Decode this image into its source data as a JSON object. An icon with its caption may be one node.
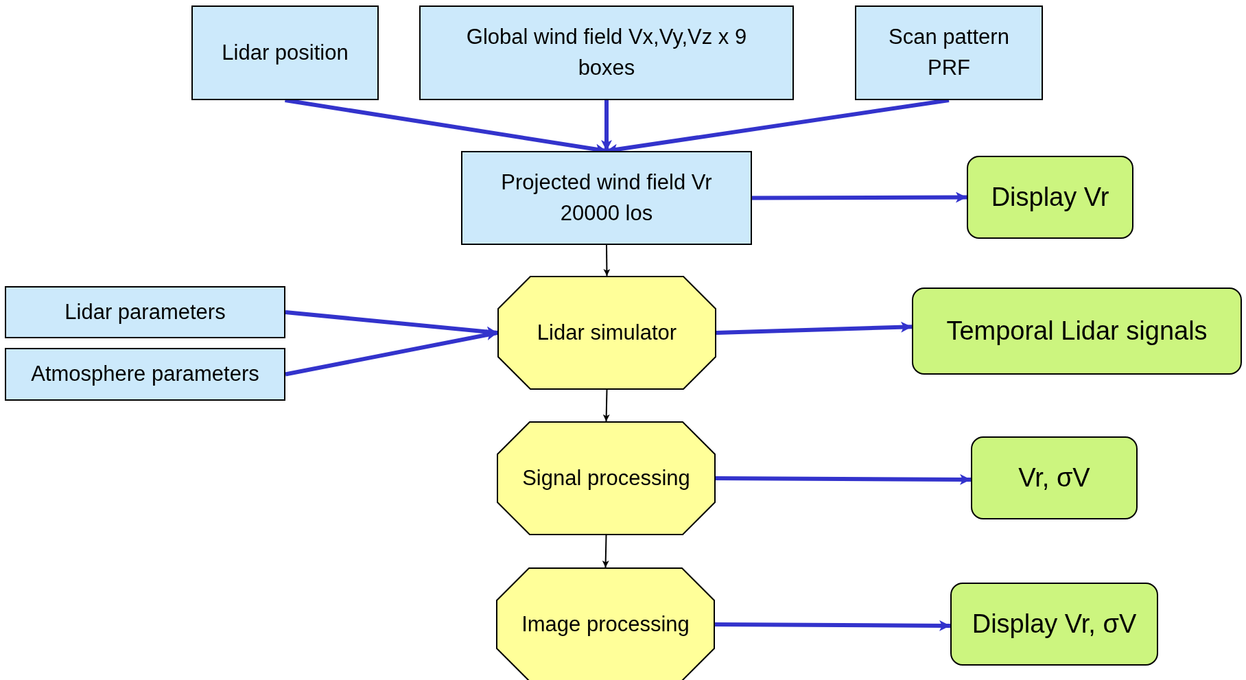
{
  "diagram": {
    "nodes": [
      {
        "text": [
          "Lidar position"
        ]
      },
      {
        "text": [
          "Global wind field Vx,Vy,Vz x 9 boxes"
        ]
      },
      {
        "text": [
          "Scan pattern PRF"
        ]
      },
      {
        "text": [
          "Projected wind field Vr 20000 los"
        ]
      },
      {
        "text": [
          "Display Vr"
        ]
      },
      {
        "text": [
          "Lidar parameters"
        ]
      },
      {
        "text": [
          "Atmosphere parameters"
        ]
      },
      {
        "text": [
          "Lidar simulator"
        ]
      },
      {
        "text": [
          "Temporal Lidar signals"
        ]
      },
      {
        "text": [
          "Signal processing"
        ]
      },
      {
        "text": [
          "Vr, σV"
        ]
      },
      {
        "text": [
          "Image processing"
        ]
      },
      {
        "text": [
          "Display Vr, σV"
        ]
      }
    ],
    "edges": [
      {
        "from": 0,
        "to": 3,
        "arrow": "to"
      },
      {
        "from": 1,
        "to": 3,
        "arrow": "to"
      },
      {
        "from": 2,
        "to": 3,
        "arrow": "to"
      },
      {
        "from": 3,
        "to": 4,
        "arrow": "to"
      },
      {
        "from": 3,
        "to": 7,
        "arrow": "to",
        "color": "#000000"
      },
      {
        "from": 5,
        "to": 7,
        "arrow": "to"
      },
      {
        "from": 6,
        "to": 7,
        "arrow": "to"
      },
      {
        "from": 7,
        "to": 8,
        "arrow": "to"
      },
      {
        "from": 7,
        "to": 9,
        "arrow": "to",
        "color": "#000000"
      },
      {
        "from": 9,
        "to": 10,
        "arrow": "to"
      },
      {
        "from": 9,
        "to": 11,
        "arrow": "to",
        "color": "#000000"
      },
      {
        "from": 11,
        "to": 12,
        "arrow": "to"
      }
    ]
  }
}
